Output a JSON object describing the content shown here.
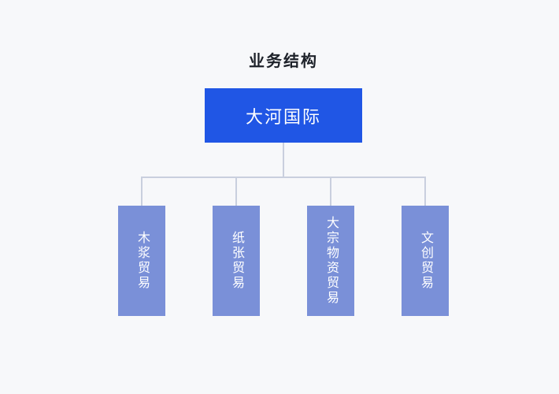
{
  "colors": {
    "page_bg": "#F7F8FA",
    "title_color": "#1D2129",
    "root_node_bg": "#2056E5",
    "child_node_bg": "#7A90D8",
    "node_text_color": "#FFFFFF",
    "connector_color": "#C9CFDE"
  },
  "diagram": {
    "title": "业务结构",
    "root": {
      "label": "大河国际"
    },
    "children": [
      {
        "label": "木浆贸易"
      },
      {
        "label": "纸张贸易"
      },
      {
        "label": "大宗物资贸易"
      },
      {
        "label": "文创贸易"
      }
    ]
  }
}
